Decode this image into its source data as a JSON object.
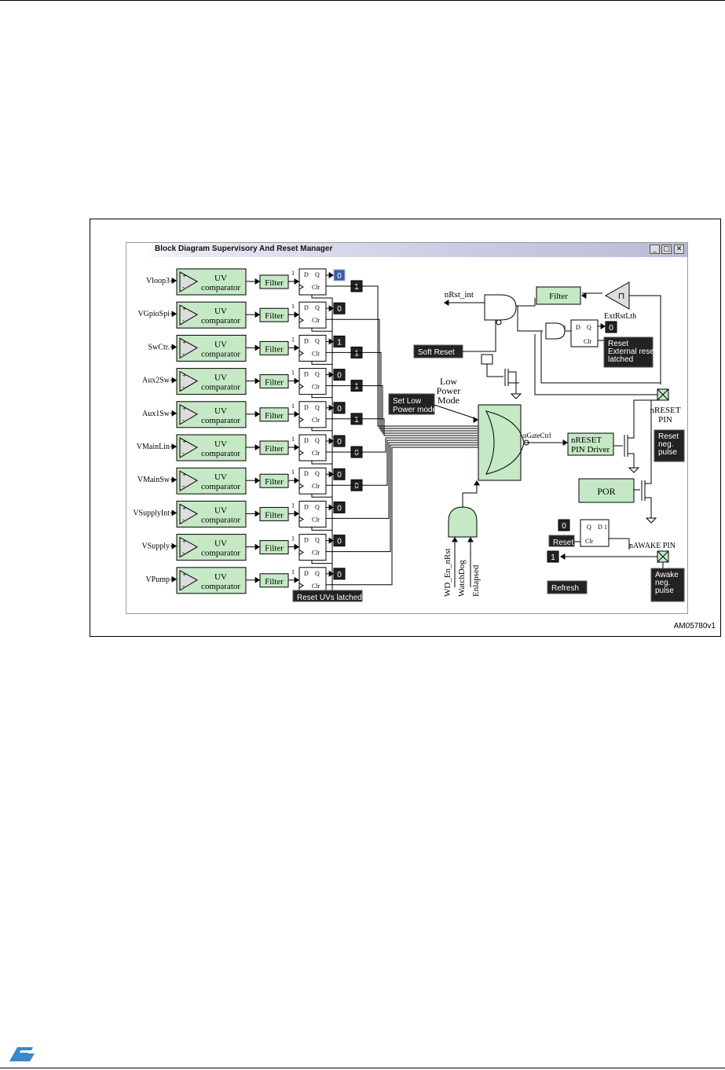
{
  "window": {
    "title": "Block Diagram Supervisory And Reset Manager",
    "min_glyph": "_",
    "max_glyph": "□",
    "close_glyph": "✕"
  },
  "figure_id": "AM05780v1",
  "comparator": {
    "line1": "UV",
    "line2": "comparator",
    "plus": "+",
    "minus": "-"
  },
  "filter_label": "Filter",
  "flipflop": {
    "one": "1",
    "d": "D",
    "q": "Q",
    "clr": "Clr"
  },
  "channels": [
    {
      "input": "Vloop3",
      "q": "0",
      "latch": "1"
    },
    {
      "input": "VGpioSpi",
      "q": "0",
      "latch": ""
    },
    {
      "input": "SwCtr.",
      "q": "1",
      "latch": "1"
    },
    {
      "input": "Aux2Sw",
      "q": "0",
      "latch": "1"
    },
    {
      "input": "Aux1Sw",
      "q": "0",
      "latch": "1"
    },
    {
      "input": "VMainLin",
      "q": "0",
      "latch": "0"
    },
    {
      "input": "VMainSw",
      "q": "0",
      "latch": "0"
    },
    {
      "input": "VSupplyInt",
      "q": "0",
      "latch": ""
    },
    {
      "input": "VSupply",
      "q": "0",
      "latch": ""
    },
    {
      "input": "VPump",
      "q": "0",
      "latch": ""
    }
  ],
  "buttons": {
    "reset_uvs": "Reset UVs latched",
    "soft_reset": "Soft Reset",
    "set_low_power": [
      "Set Low",
      "Power mode"
    ],
    "reset_ext": [
      "Reset",
      "External reset",
      "latched"
    ],
    "reset_neg": [
      "Reset",
      "neg.",
      "pulse"
    ],
    "awake_neg": [
      "Awake",
      "neg.",
      "pulse"
    ],
    "refresh": "Refresh",
    "reset_small": "Reset"
  },
  "labels": {
    "nrst_int": "nRst_int",
    "ext_rst_lth": "ExtRstLth",
    "ext_rst_value": "0",
    "low_power_mode": [
      "Low",
      "Power",
      "Mode"
    ],
    "ngate_ctrl": "nGateCtrl",
    "nreset_pin_driver": [
      "nRESET",
      "PIN Driver"
    ],
    "nreset_pin": [
      "nRESET",
      "PIN"
    ],
    "por": "POR",
    "nawake_pin": "nAWAKE PIN",
    "awake_in_value": "0",
    "awake_out_value": "1",
    "awake_d_one": "1",
    "wd_inputs": [
      "WD_En_nRst",
      "WatchDog",
      "Enlapsed"
    ],
    "filter_top": "Filter",
    "schmitt": "⊓"
  }
}
